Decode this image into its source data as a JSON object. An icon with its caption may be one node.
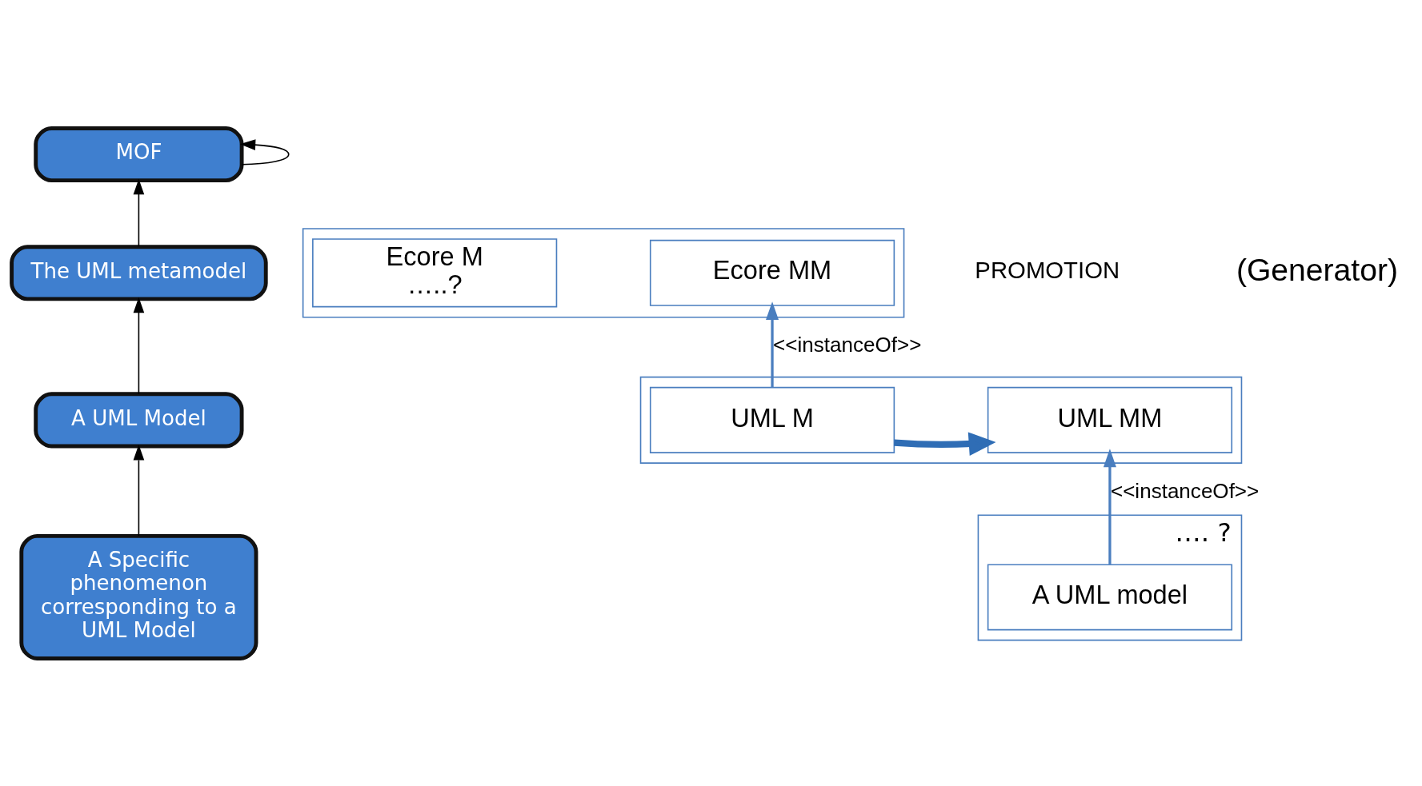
{
  "diagram": {
    "nodes": [
      {
        "text": [
          "MOF"
        ]
      },
      {
        "text": [
          "The UML metamodel"
        ]
      },
      {
        "text": [
          "A UML Model"
        ]
      },
      {
        "text": [
          "A Specific phenomenon corresponding to a UML Model"
        ]
      },
      {
        "text": [],
        "shape": "box"
      },
      {
        "text": [
          "Ecore M",
          "…..?"
        ],
        "in": 4
      },
      {
        "text": [
          "Ecore MM"
        ],
        "in": 4
      },
      {
        "text": [],
        "shape": "box"
      },
      {
        "text": [
          "UML M"
        ],
        "in": 7
      },
      {
        "text": [
          "UML MM"
        ],
        "in": 7
      },
      {
        "text": [
          "…. ?"
        ]
      },
      {
        "text": [
          "A UML model"
        ],
        "in": 10
      }
    ],
    "edges": [
      {
        "from": 0,
        "to": 0,
        "arrow": "to"
      },
      {
        "from": 1,
        "to": 0,
        "arrow": "to"
      },
      {
        "from": 2,
        "to": 1,
        "arrow": "to"
      },
      {
        "from": 3,
        "to": 2,
        "arrow": "to"
      },
      {
        "from": 8,
        "to": 6,
        "arrow": "to",
        "label": "<<instanceOf>>",
        "color": "#4a7ebf"
      },
      {
        "from": 8,
        "to": 9,
        "arrow": "to",
        "style": "thick",
        "color": "#2f6db5"
      },
      {
        "from": 11,
        "to": 9,
        "arrow": "to",
        "label": "<<instanceOf>>",
        "color": "#4a7ebf"
      }
    ],
    "labels": [
      "PROMOTION",
      "(Generator)"
    ]
  }
}
